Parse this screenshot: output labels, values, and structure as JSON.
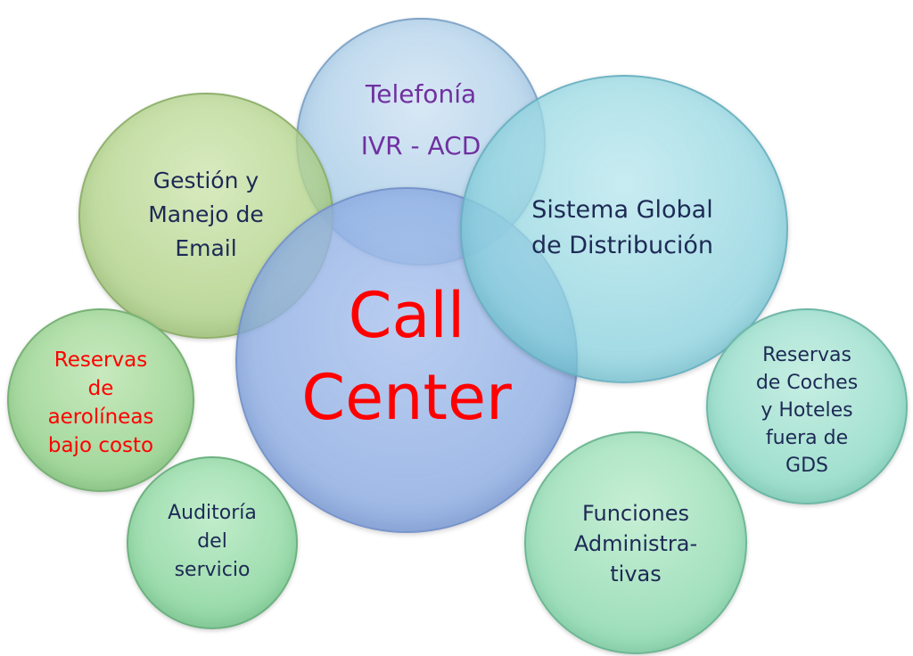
{
  "colors": {
    "navy_text": "#1d2a55",
    "purple_text": "#7030a0",
    "red_text": "#ff0000"
  },
  "bubbles": {
    "telefonia": {
      "lines": [
        "Telefonía",
        "IVR - ACD"
      ]
    },
    "email": {
      "lines": [
        "Gestión y",
        "Manejo de",
        "Email"
      ]
    },
    "call_center": {
      "lines": [
        "Call",
        "Center"
      ]
    },
    "gds": {
      "lines": [
        "Sistema Global",
        "de Distribución"
      ]
    },
    "low_cost": {
      "lines": [
        "Reservas",
        "de",
        "aerolíneas",
        "bajo costo"
      ]
    },
    "audit": {
      "lines": [
        "Auditoría",
        "del",
        "servicio"
      ]
    },
    "cars_hotels": {
      "lines": [
        "Reservas",
        "de Coches",
        "y Hoteles",
        "fuera de",
        "GDS"
      ]
    },
    "admin": {
      "lines": [
        "Funciones",
        "Administra-",
        "tivas"
      ]
    }
  }
}
